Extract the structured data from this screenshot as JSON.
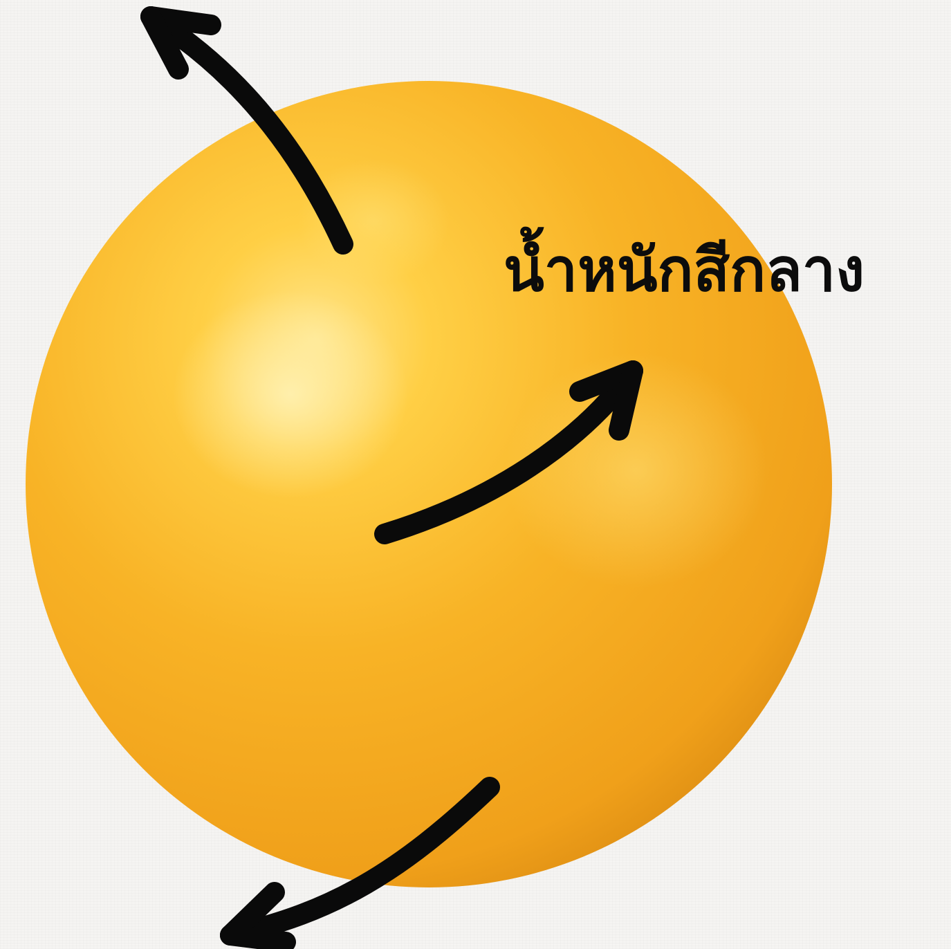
{
  "caption": {
    "text": "น้ำหนักสีกลาง"
  },
  "illustration": {
    "subject": "sphere",
    "colors": {
      "sphere_base": "#f4a91f",
      "sphere_highlight": "#ffe58a",
      "sphere_shadow": "#d98a12",
      "arrow": "#0a0a0a",
      "background": "#f5f4f2"
    },
    "arrows": [
      {
        "name": "arrow-up-left",
        "direction": "up-left"
      },
      {
        "name": "arrow-up-right",
        "direction": "up-right"
      },
      {
        "name": "arrow-down-left",
        "direction": "down-left"
      }
    ]
  }
}
